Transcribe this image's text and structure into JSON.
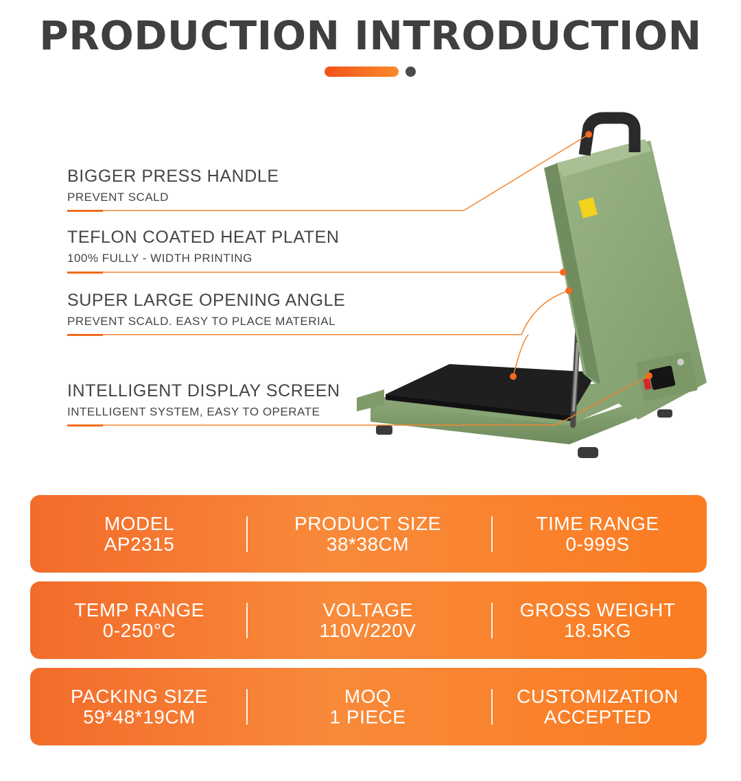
{
  "header": {
    "title": "PRODUCTION INTRODUCTION",
    "accent_color": "#f26a1b",
    "dot_color": "#4a4a4a"
  },
  "features": [
    {
      "title": "BIGGER PRESS HANDLE",
      "subtitle": "PREVENT SCALD"
    },
    {
      "title": "TEFLON COATED HEAT PLATEN",
      "subtitle": "100% FULLY - WIDTH PRINTING"
    },
    {
      "title": "SUPER LARGE OPENING ANGLE",
      "subtitle": "PREVENT SCALD. EASY TO PLACE MATERIAL"
    },
    {
      "title": "INTELLIGENT DISPLAY SCREEN",
      "subtitle": "INTELLIGENT SYSTEM, EASY TO OPERATE"
    }
  ],
  "product_image": {
    "description_icon": "heat-press-machine",
    "body_color": "#8aa575",
    "platen_color": "#1f1f1f"
  },
  "specs": [
    [
      {
        "label": "MODEL",
        "value": "AP2315"
      },
      {
        "label": "PRODUCT SIZE",
        "value": "38*38CM"
      },
      {
        "label": "TIME RANGE",
        "value": "0-999S"
      }
    ],
    [
      {
        "label": "TEMP RANGE",
        "value": "0-250°C"
      },
      {
        "label": "VOLTAGE",
        "value": "110V/220V"
      },
      {
        "label": "GROSS WEIGHT",
        "value": "18.5KG"
      }
    ],
    [
      {
        "label": "PACKING SIZE",
        "value": "59*48*19CM"
      },
      {
        "label": "MOQ",
        "value": "1 PIECE"
      },
      {
        "label": "CUSTOMIZATION",
        "value": "ACCEPTED"
      }
    ]
  ]
}
